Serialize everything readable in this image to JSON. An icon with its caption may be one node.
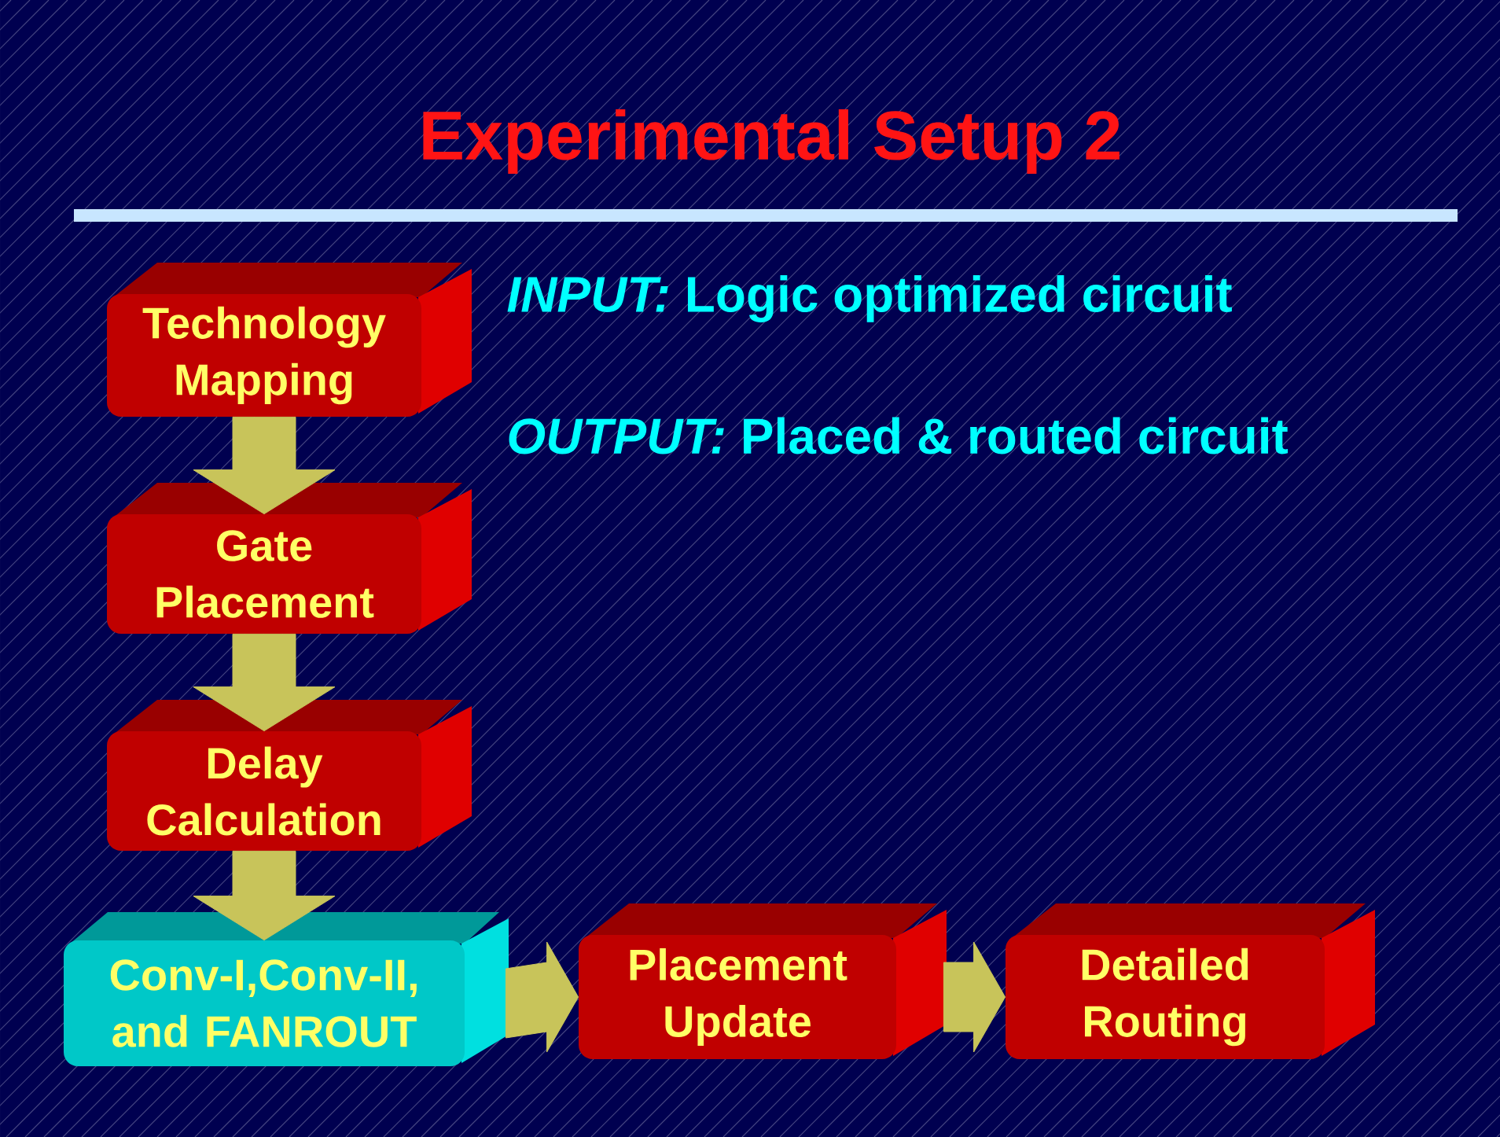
{
  "diagram": {
    "title": "Experimental Setup 2",
    "nodes": [
      {
        "text": [
          "Technology Mapping"
        ]
      },
      {
        "text": [
          "Gate Placement"
        ]
      },
      {
        "text": [
          "Delay Calculation"
        ]
      },
      {
        "text": [
          "Conv-I,Conv-II, and FANROUT"
        ]
      },
      {
        "text": [
          "Placement Update"
        ]
      },
      {
        "text": [
          "Detailed Routing"
        ]
      }
    ],
    "edges": [
      {
        "from": 0,
        "to": 1,
        "arrow": "to"
      },
      {
        "from": 1,
        "to": 2,
        "arrow": "to"
      },
      {
        "from": 2,
        "to": 3,
        "arrow": "to"
      },
      {
        "from": 3,
        "to": 4,
        "arrow": "to"
      },
      {
        "from": 4,
        "to": 5,
        "arrow": "to"
      }
    ],
    "labels": [
      "*INPUT:* Logic optimized circuit",
      "*OUTPUT:* Placed & routed circuit"
    ]
  }
}
